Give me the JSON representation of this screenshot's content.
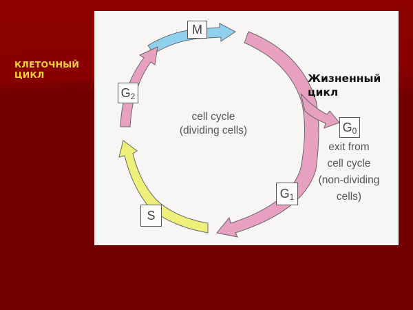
{
  "slide": {
    "title_line1": "КЛЕТОЧНЫЙ",
    "title_line2": "ЦИКЛ",
    "background_color": "#720000",
    "title_color": "#f2d23a"
  },
  "diagram": {
    "annotation_line1": "Жизненный",
    "annotation_line2": "цикл",
    "center_label_line1": "cell cycle",
    "center_label_line2": "(dividing cells)",
    "exit_label_line1": "exit from",
    "exit_label_line2": "cell cycle",
    "exit_label_line3": "(non-dividing",
    "exit_label_line4": "cells)",
    "phases": [
      {
        "id": "M",
        "label": "M",
        "sub": "",
        "arrow_color": "#8fd0ee"
      },
      {
        "id": "G1",
        "label": "G",
        "sub": "1",
        "arrow_color": "#e8a0c0"
      },
      {
        "id": "S",
        "label": "S",
        "sub": "",
        "arrow_color": "#eef07a"
      },
      {
        "id": "G2",
        "label": "G",
        "sub": "2",
        "arrow_color": "#e8a0c0"
      },
      {
        "id": "G0",
        "label": "G",
        "sub": "0",
        "arrow_color": "#e8a0c0"
      }
    ]
  }
}
